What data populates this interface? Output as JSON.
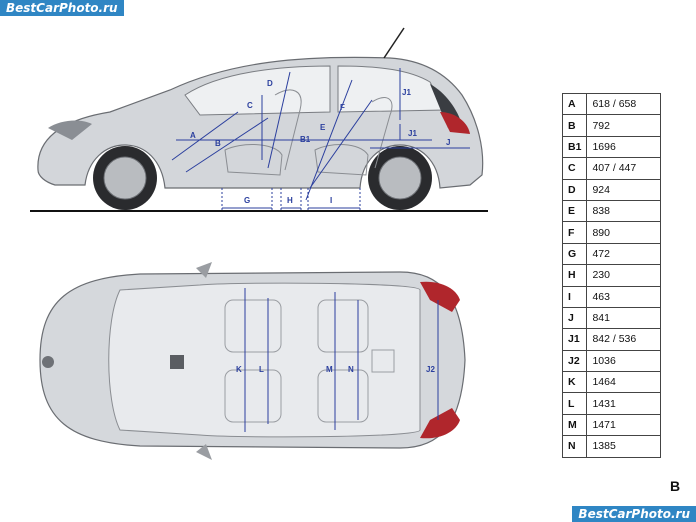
{
  "watermark": {
    "top": "BestCarPhoto.ru",
    "bottom": "BestCarPhoto.ru"
  },
  "figure_letter": "B",
  "colors": {
    "dimension_lines": "#2b3f9e",
    "car_body": "#c9ccd1",
    "watermark_bg": "#2f86c4"
  },
  "side_view_labels": [
    "A",
    "B",
    "C",
    "D",
    "E",
    "F",
    "B1",
    "J1",
    "J1",
    "J",
    "G",
    "H",
    "I"
  ],
  "top_view_labels": [
    "K",
    "L",
    "M",
    "N",
    "J2"
  ],
  "specs": [
    {
      "key": "A",
      "value": "618 / 658"
    },
    {
      "key": "B",
      "value": "792"
    },
    {
      "key": "B1",
      "value": "1696"
    },
    {
      "key": "C",
      "value": "407 / 447"
    },
    {
      "key": "D",
      "value": "924"
    },
    {
      "key": "E",
      "value": "838"
    },
    {
      "key": "F",
      "value": "890"
    },
    {
      "key": "G",
      "value": "472"
    },
    {
      "key": "H",
      "value": "230"
    },
    {
      "key": "I",
      "value": "463"
    },
    {
      "key": "J",
      "value": "841"
    },
    {
      "key": "J1",
      "value": "842 / 536"
    },
    {
      "key": "J2",
      "value": "1036"
    },
    {
      "key": "K",
      "value": "1464"
    },
    {
      "key": "L",
      "value": "1431"
    },
    {
      "key": "M",
      "value": "1471"
    },
    {
      "key": "N",
      "value": "1385"
    }
  ]
}
